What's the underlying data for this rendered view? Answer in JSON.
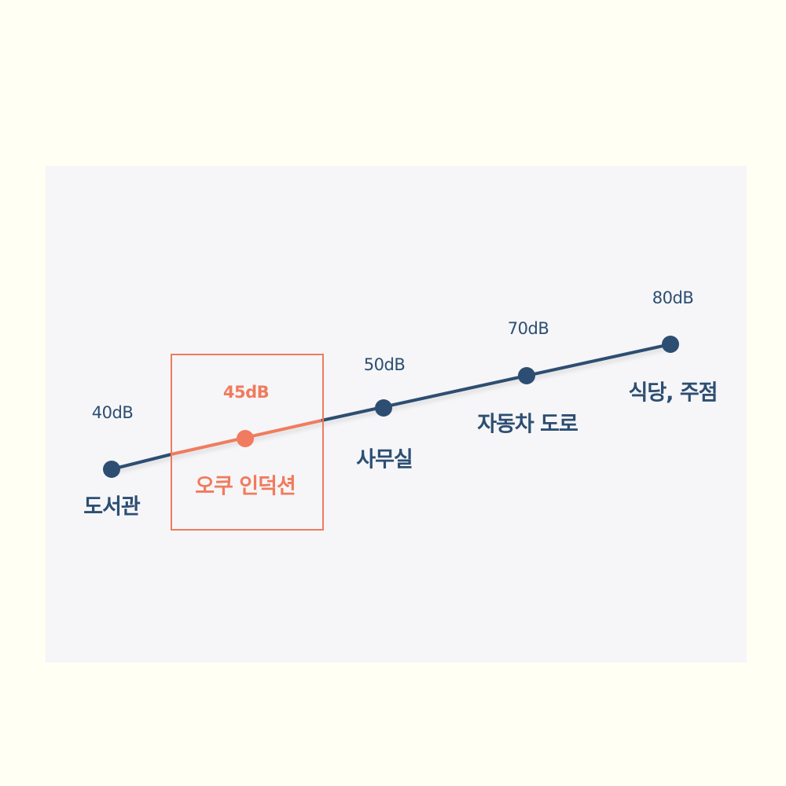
{
  "colors": {
    "background": "#fffff3",
    "panel": "#f6f6f8",
    "primary": "#2d4e72",
    "highlight": "#f07b5e"
  },
  "chart_data": {
    "type": "line",
    "title": "",
    "categories": [
      "도서관",
      "오쿠 인덕션",
      "사무실",
      "자동차 도로",
      "식당, 주점"
    ],
    "values": [
      40,
      45,
      50,
      70,
      80
    ],
    "value_labels": [
      "40dB",
      "45dB",
      "50dB",
      "70dB",
      "80dB"
    ],
    "unit": "dB",
    "highlighted": "오쿠 인덕션",
    "grid": false
  },
  "points": [
    {
      "name": "도서관",
      "db": "40dB"
    },
    {
      "name": "오쿠 인덕션",
      "db": "45dB"
    },
    {
      "name": "사무실",
      "db": "50dB"
    },
    {
      "name": "자동차 도로",
      "db": "70dB"
    },
    {
      "name": "식당, 주점",
      "db": "80dB"
    }
  ]
}
